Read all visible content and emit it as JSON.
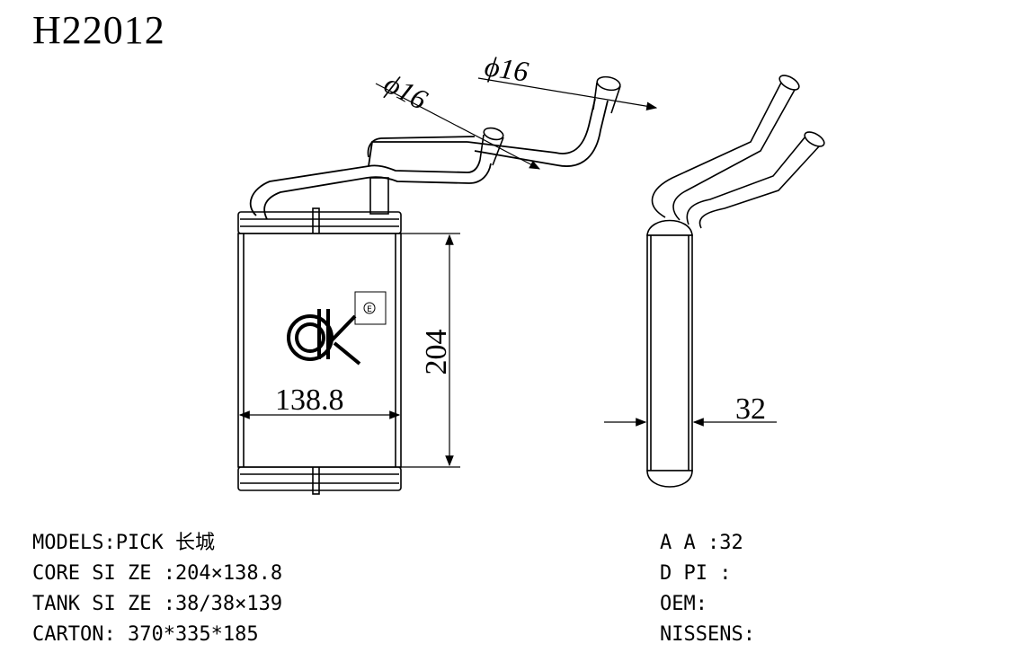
{
  "title": "H22012",
  "dimensions": {
    "pipe_dia_1": "ϕ16",
    "pipe_dia_2": "ϕ16",
    "core_height": "204",
    "core_width": "138.8",
    "thickness": "32"
  },
  "logo_text": "ck",
  "specs_left": [
    {
      "label": "MODELS:PICK 长城"
    },
    {
      "label": "CORE SI ZE :204×138.8"
    },
    {
      "label": "TANK SI ZE :38/38×139"
    },
    {
      "label": "CARTON: 370*335*185"
    }
  ],
  "specs_right": [
    {
      "label": "A A :32"
    },
    {
      "label": "D PI :"
    },
    {
      "label": "OEM:"
    },
    {
      "label": "NISSENS:"
    }
  ]
}
